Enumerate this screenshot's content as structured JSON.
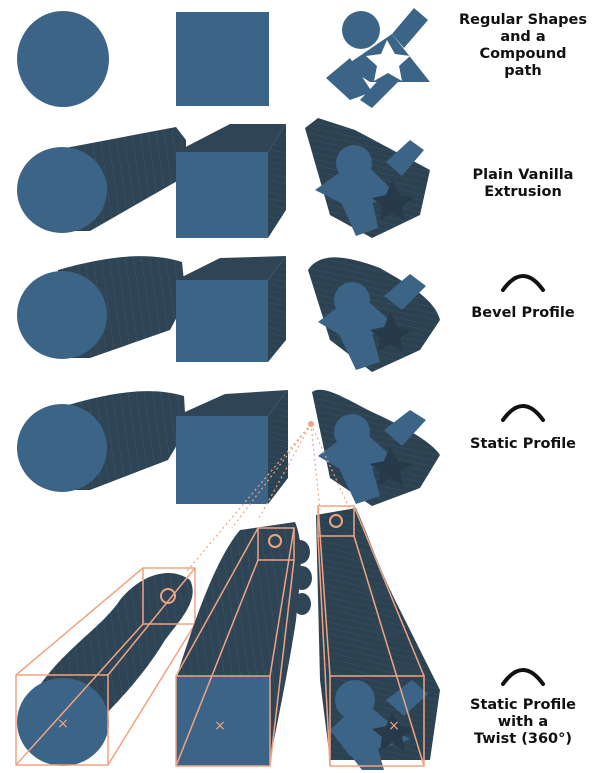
{
  "colors": {
    "shape_fill": "#3b6487",
    "shape_dark": "#2d4454",
    "shape_shadow": "#263a49",
    "facet_line": "#4a6d88",
    "guide": "#f0a383",
    "background": "#ffffff"
  },
  "rows": [
    {
      "label": "Regular Shapes\nand a\nCompound\npath",
      "profile_icon": "none"
    },
    {
      "label": "Plain Vanilla\nExtrusion",
      "profile_icon": "none"
    },
    {
      "label": "Bevel Profile",
      "profile_icon": "arc-icon"
    },
    {
      "label": "Static Profile",
      "profile_icon": "arc-icon"
    },
    {
      "label": "Static Profile\nwith a\nTwist (360°)",
      "profile_icon": "arc-icon"
    }
  ]
}
